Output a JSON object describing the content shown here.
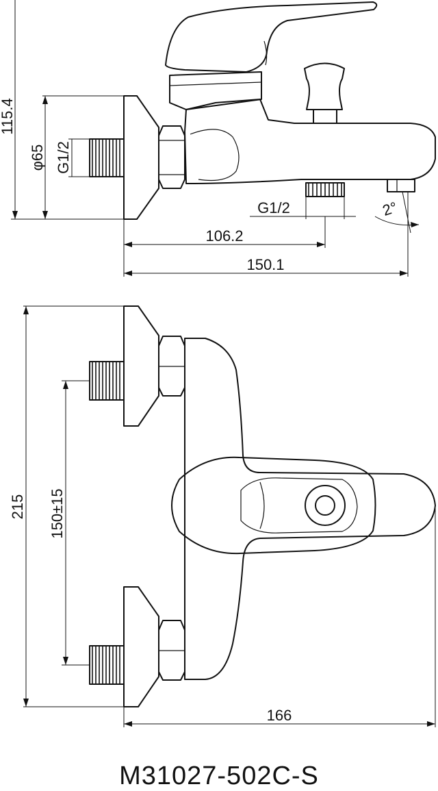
{
  "dimensions": {
    "height_total": "115.4",
    "flange_diameter": "φ65",
    "inlet_thread": "G1/2",
    "outlet_thread": "G1/2",
    "spout_angle": "2°",
    "outlet_offset": "106.2",
    "spout_reach": "150.1",
    "overall_height_top_view": "215",
    "inlet_spacing": "150±15",
    "overall_width_top_view": "166"
  },
  "model_number": "M31027-502C-S"
}
